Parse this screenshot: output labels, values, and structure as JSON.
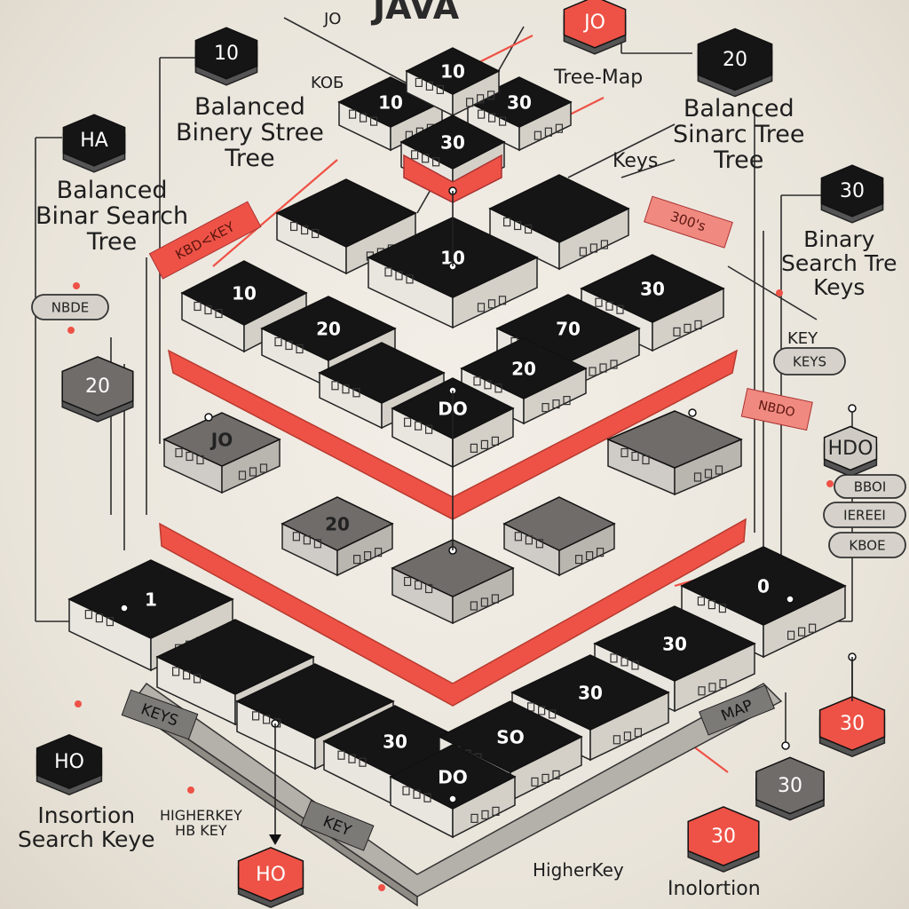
{
  "title": "JAVA",
  "top_label": "JO",
  "text_labels": {
    "tree_map": "Tree-Map",
    "keys_top": "Keys",
    "kod": "KOБ",
    "balanced_binery": [
      "Balanced",
      "Binery Stree",
      "Tree"
    ],
    "balanced_binar_search": [
      "Balanced",
      "Binar Search",
      "Tree"
    ],
    "balanced_sinarc": [
      "Balanced",
      "Sinarc Tree",
      "Tree"
    ],
    "binary_search_keys": [
      "Binary",
      "Search Tre",
      "Keys"
    ],
    "insortion": [
      "Insortion",
      "Search Keye"
    ],
    "higherkey_small": [
      "HIGHERKEY",
      "HB KEY"
    ],
    "higherkey_bottom": "HigherKey",
    "inolortion": "Inolortion",
    "key_keys": [
      "KEY",
      "KEYS"
    ]
  },
  "hex_nodes": {
    "top_left": "10",
    "top_center_red": "JO",
    "top_right": "20",
    "left_ha": "HA",
    "left_20": "20",
    "right_30": "30",
    "bottom_left_ho": "HO",
    "bottom_center_red": "HO",
    "bottom_right_red": "30",
    "bottom_right_gray": "30",
    "bottom_right_red2": "30",
    "right_hdo": "HDO"
  },
  "pills": {
    "nbde": "NBDE",
    "bbo": "BBOI",
    "ieree": "IEREEI",
    "kbo": "KBOE",
    "keys_band": "KEYS",
    "key_band": "KEY",
    "map_band": "MAP"
  },
  "red_tags": {
    "left_diag": "KBD<KEY",
    "right_diag": "300's",
    "right_mid": "NBDO"
  },
  "blocks": {
    "top_center": "10",
    "top_right": "30",
    "top_mid": "30",
    "upper_left": "10",
    "center": "10",
    "mid_left": "20",
    "mid_right": "30",
    "mid_center_right": "70",
    "center_low": "DO",
    "mid_right2": "20",
    "gray_left": "JO",
    "gray_center": "20",
    "bottom_right": "30",
    "bottom_right2": "30",
    "bottom_center": "DO",
    "bottom_center2": "30",
    "bottom_left": "1",
    "bottom_right_far": "0",
    "bottom_mid2": "SO"
  },
  "colors": {
    "black": "#151515",
    "red": "#ee5246",
    "gray": "#6f6c69",
    "paper": "#efebe3"
  }
}
